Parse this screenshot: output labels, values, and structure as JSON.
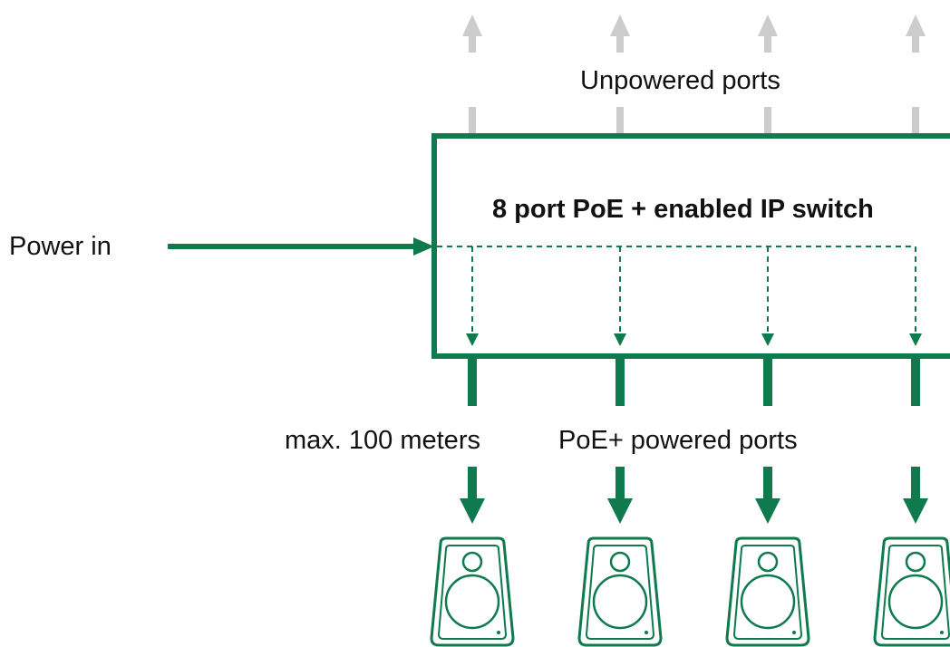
{
  "labels": {
    "unpowered_ports": "Unpowered ports",
    "switch_title": "8 port PoE + enabled IP switch",
    "power_in": "Power in",
    "max_distance": "max. 100 meters",
    "powered_ports": "PoE+ powered ports"
  },
  "colors": {
    "green": "#0e7a4e",
    "gray": "#cccccc",
    "text": "#111111",
    "background": "#ffffff"
  },
  "icons": {
    "speaker": "speaker-icon",
    "unpowered_arrow": "arrow-up-icon",
    "powered_arrow": "arrow-down-icon"
  },
  "port_count_shown": 4
}
